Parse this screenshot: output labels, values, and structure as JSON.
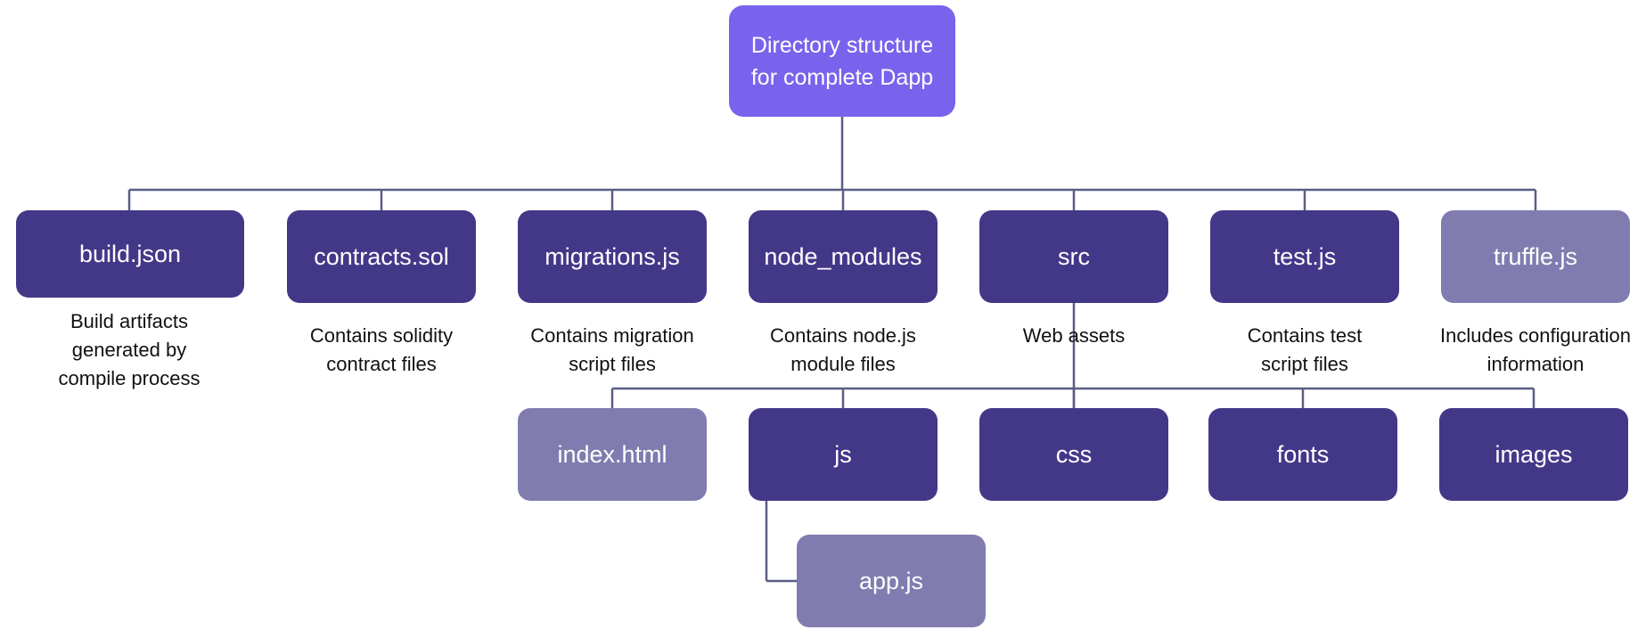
{
  "root": {
    "title": "Directory structure\nfor complete Dapp"
  },
  "level1": [
    {
      "key": "build",
      "label": "build.json",
      "caption": "Build artifacts\ngenerated by\ncompile process",
      "shade": "dark"
    },
    {
      "key": "contracts",
      "label": "contracts.sol",
      "caption": "Contains solidity\ncontract files",
      "shade": "dark"
    },
    {
      "key": "migrations",
      "label": "migrations.js",
      "caption": "Contains migration\nscript files",
      "shade": "dark"
    },
    {
      "key": "node-modules",
      "label": "node_modules",
      "caption": "Contains node.js\nmodule files",
      "shade": "dark"
    },
    {
      "key": "src",
      "label": "src",
      "caption": "Web  assets",
      "shade": "dark"
    },
    {
      "key": "test",
      "label": "test.js",
      "caption": "Contains test\nscript files",
      "shade": "dark"
    },
    {
      "key": "truffle",
      "label": "truffle.js",
      "caption": "Includes configuration\ninformation",
      "shade": "light"
    }
  ],
  "level2": [
    {
      "key": "index-html",
      "label": "index.html",
      "shade": "light"
    },
    {
      "key": "js",
      "label": "js",
      "shade": "dark"
    },
    {
      "key": "css",
      "label": "css",
      "shade": "dark"
    },
    {
      "key": "fonts",
      "label": "fonts",
      "shade": "dark"
    },
    {
      "key": "images",
      "label": "images",
      "shade": "dark"
    }
  ],
  "level3": [
    {
      "key": "app-js",
      "label": "app.js",
      "shade": "light"
    }
  ],
  "colors": {
    "root": "#7a63ec",
    "dark": "#433888",
    "light": "#817caf",
    "connector": "#5a5e86"
  }
}
